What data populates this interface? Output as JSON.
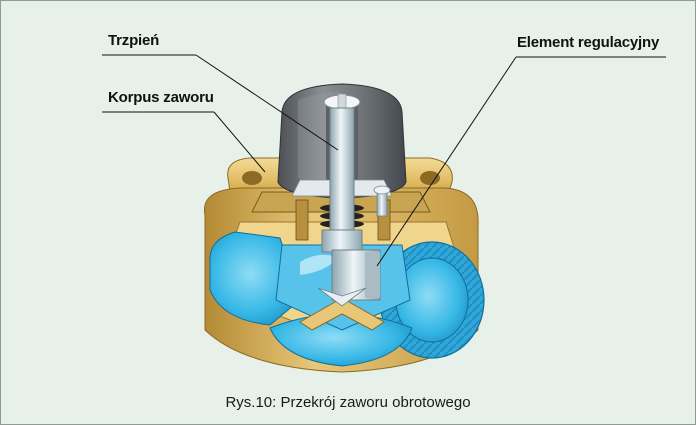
{
  "labels": {
    "stem": "Trzpień",
    "valve_body": "Korpus zaworu",
    "control_element": "Element regulacyjny"
  },
  "caption": "Rys.10:  Przekrój zaworu obrotowego",
  "colors": {
    "background": "#e7f1ea",
    "brass": "#e2c06a",
    "water": "#33b6e6",
    "knob": "#6f7479",
    "steel": "#c9d8df"
  }
}
